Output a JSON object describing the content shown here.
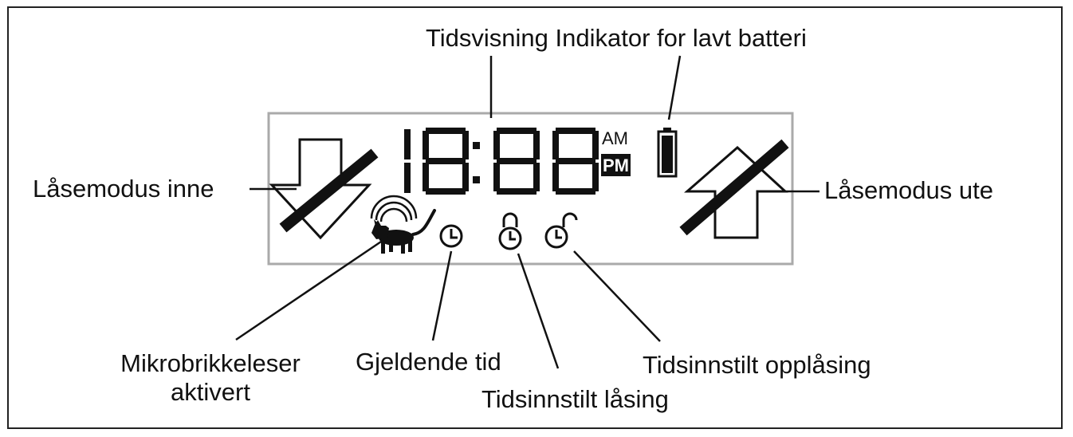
{
  "display": {
    "digits": "18:88",
    "am": "AM",
    "pm": "PM"
  },
  "labels": {
    "time_display": "Tidsvisning",
    "low_battery": "Indikator for lavt batteri",
    "lock_in": "Låsemodus inne",
    "lock_out": "Låsemodus ute",
    "microchip_line1": "Mikrobrikkeleser",
    "microchip_line2": "aktivert",
    "current_time": "Gjeldende tid",
    "timed_lock": "Tidsinnstilt låsing",
    "timed_unlock": "Tidsinnstilt opplåsing"
  },
  "icons": {
    "lock_in": "down-arrow-slashed-icon",
    "lock_out": "up-arrow-slashed-icon",
    "battery": "battery-icon",
    "cat": "cat-icon",
    "reader": "signal-waves-icon",
    "clock": "clock-icon",
    "clock_lock": "clock-lock-icon",
    "clock_unlock": "clock-unlock-icon"
  },
  "colors": {
    "lcd_border": "#aaaaaa",
    "ink": "#111111",
    "segment_dim": "#cfcfcf"
  }
}
